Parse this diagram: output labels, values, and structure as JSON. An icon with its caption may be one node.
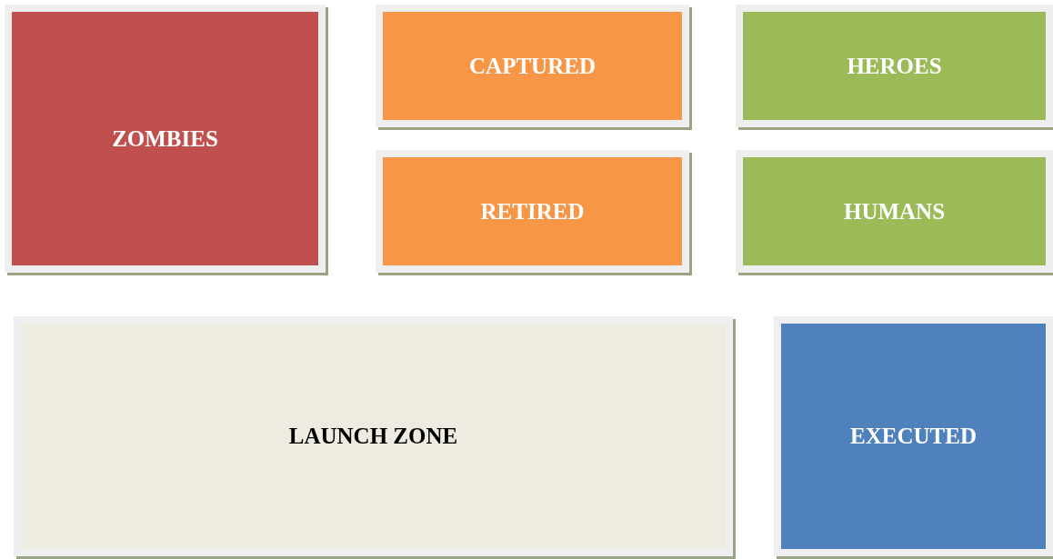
{
  "diagram": {
    "nodes": [
      {
        "text": [
          "ZOMBIES"
        ]
      },
      {
        "text": [
          "CAPTURED"
        ]
      },
      {
        "text": [
          "HEROES"
        ]
      },
      {
        "text": [
          "RETIRED"
        ]
      },
      {
        "text": [
          "HUMANS"
        ]
      },
      {
        "text": [
          "LAUNCH ZONE"
        ]
      },
      {
        "text": [
          "EXECUTED"
        ]
      }
    ]
  }
}
